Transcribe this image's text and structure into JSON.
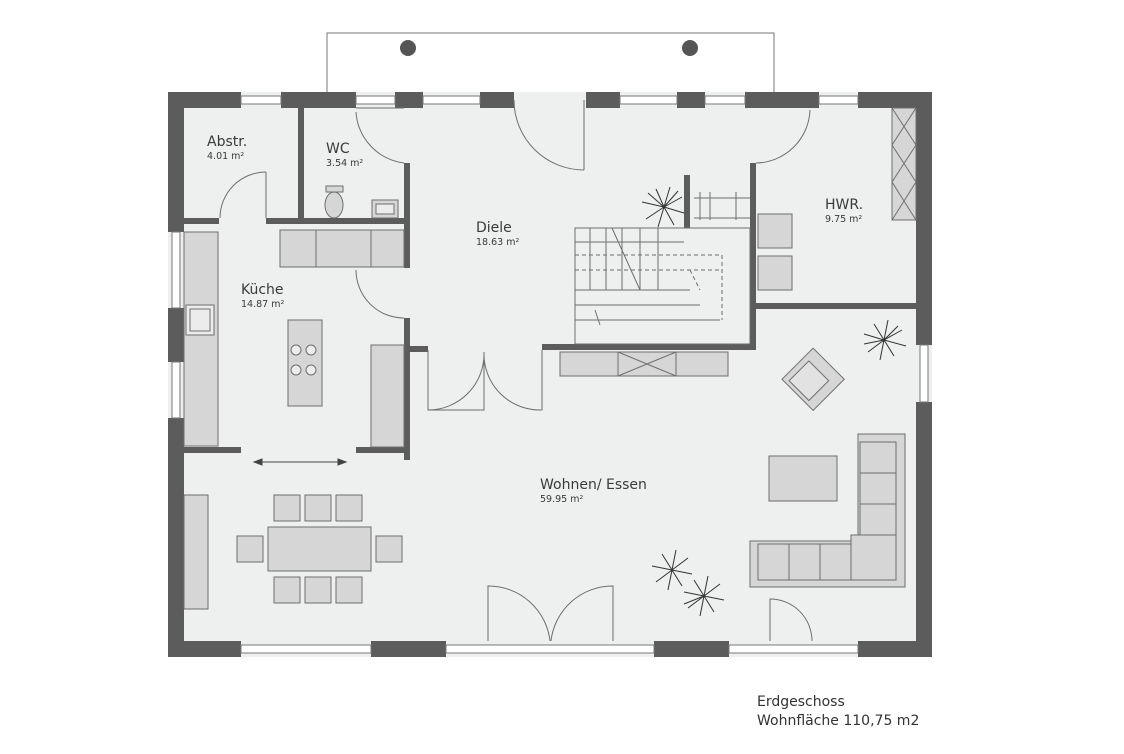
{
  "rooms": {
    "abstr": {
      "name": "Abstr.",
      "area": "4.01 m²"
    },
    "wc": {
      "name": "WC",
      "area": "3.54 m²"
    },
    "diele": {
      "name": "Diele",
      "area": "18.63 m²"
    },
    "hwr": {
      "name": "HWR.",
      "area": "9.75 m²"
    },
    "kueche": {
      "name": "Küche",
      "area": "14.87 m²"
    },
    "wohnen": {
      "name": "Wohnen/ Essen",
      "area": "59.95 m²"
    }
  },
  "caption": {
    "floor": "Erdgeschoss",
    "living_area": "Wohnfläche 110,75 m2"
  },
  "colors": {
    "wall": "#5c5c5c",
    "floor": "#eeefef",
    "furniture": "#d6d6d6",
    "furniture_stroke": "#6e6e6e",
    "text": "#3a3a3a"
  }
}
